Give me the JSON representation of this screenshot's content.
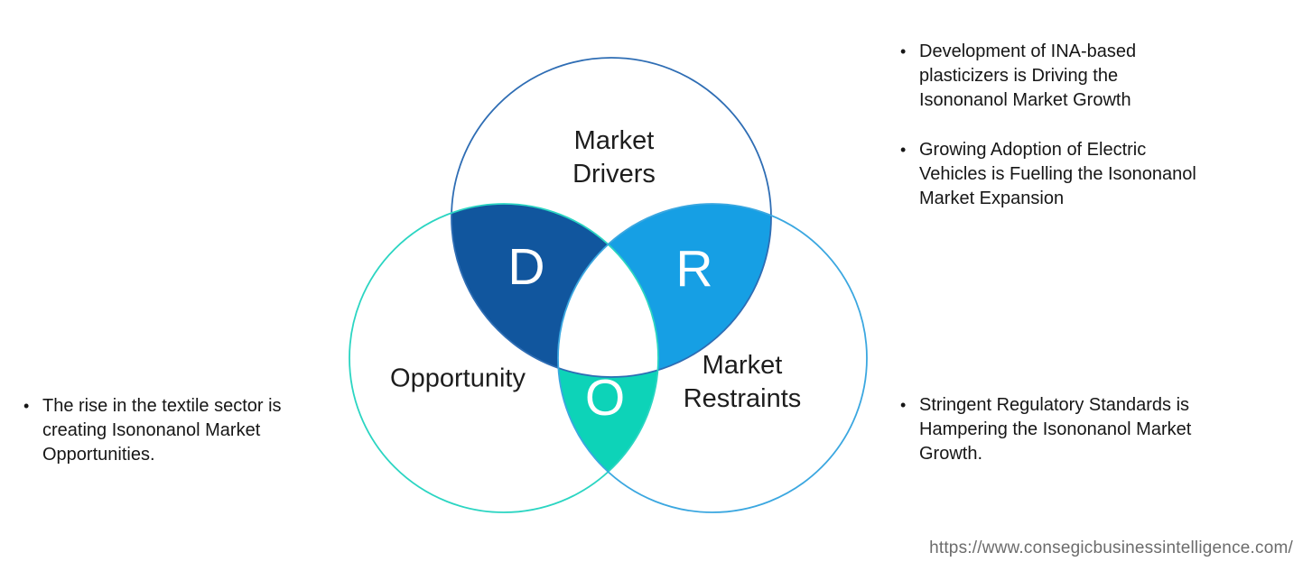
{
  "venn": {
    "drivers": {
      "label": "Market Drivers",
      "letter": "D",
      "outline_color": "#2e6db4",
      "overlap_fill": "#11569e"
    },
    "opportunity": {
      "label": "Opportunity",
      "letter": "O",
      "outline_color": "#2bd5c2",
      "overlap_fill": "#0dd3b8"
    },
    "restraints": {
      "label": "Market Restraints",
      "letter": "R",
      "outline_color": "#3ba7e0",
      "overlap_fill": "#169fe4"
    },
    "center_fill": "#ffffff",
    "letter_color": "#ffffff"
  },
  "bullets": {
    "top_right": [
      "Development of INA-based plasticizers is Driving the Isononanol Market Growth",
      "Growing Adoption of Electric Vehicles is Fuelling the Isononanol Market Expansion"
    ],
    "bottom_right": [
      "Stringent Regulatory Standards is Hampering the Isononanol Market Growth."
    ],
    "left": [
      "The rise in the textile sector is creating Isononanol Market Opportunities."
    ]
  },
  "footer": {
    "url": "https://www.consegicbusinessintelligence.com/"
  }
}
